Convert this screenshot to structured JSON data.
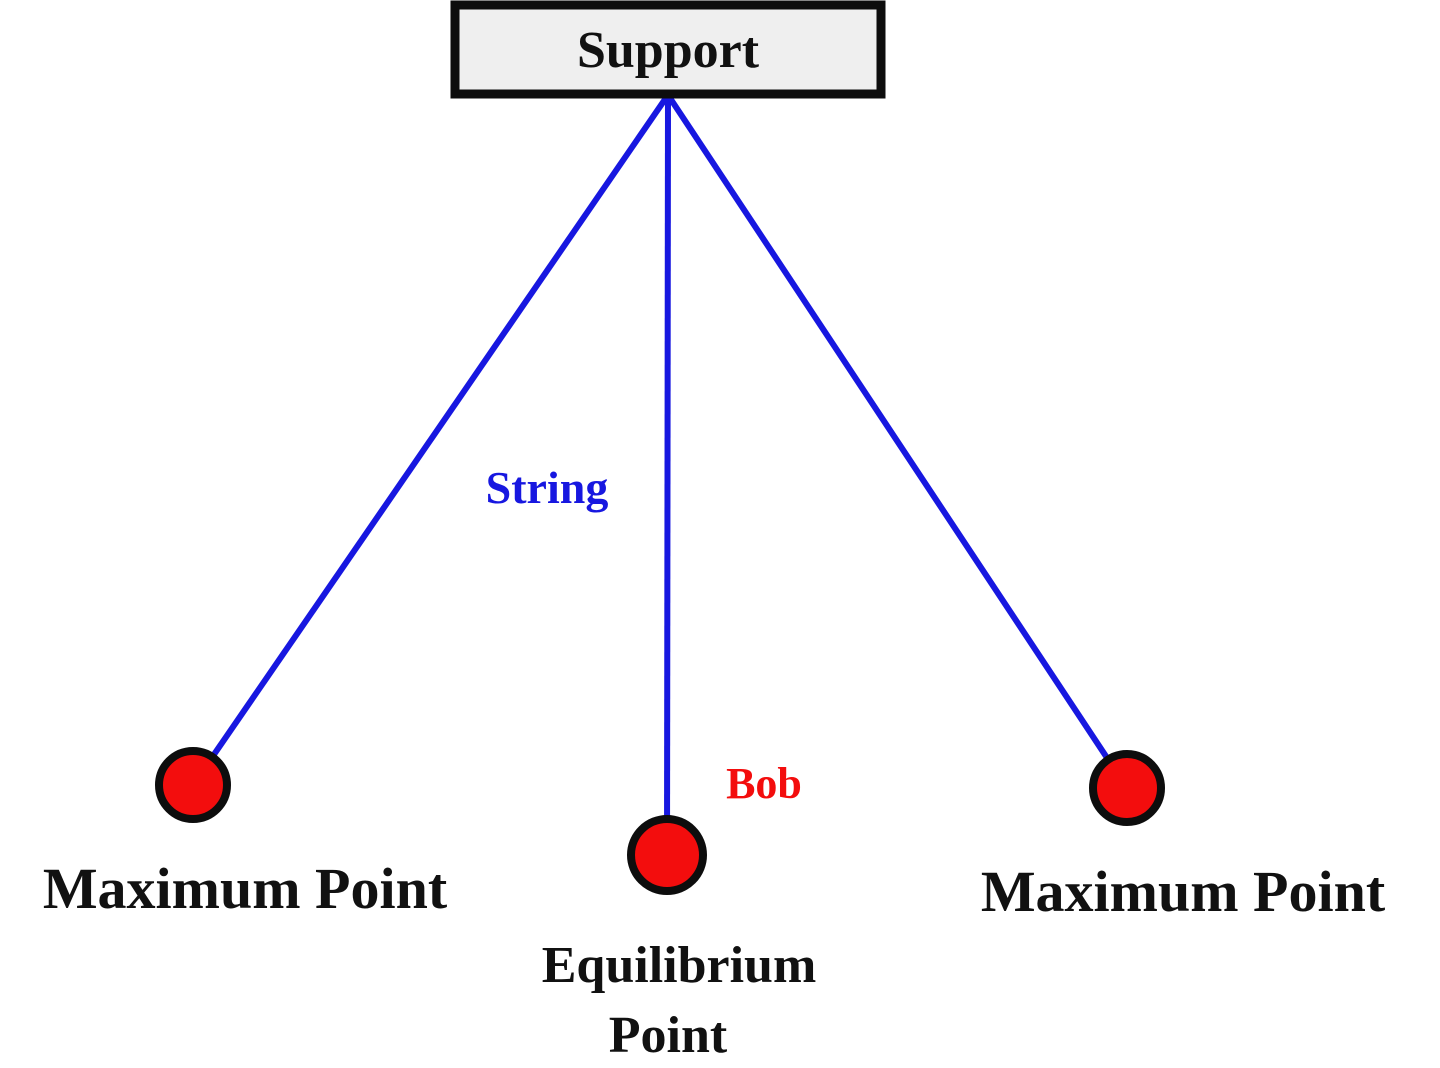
{
  "diagram": {
    "title_semantic": "Simple pendulum diagram",
    "support_label": "Support",
    "string_label": "String",
    "bob_label": "Bob",
    "left_max_label": "Maximum Point",
    "right_max_label": "Maximum Point",
    "equilibrium_label_line1": "Equilibrium",
    "equilibrium_label_line2": "Point"
  },
  "colors": {
    "string_blue": "#1717e0",
    "bob_red": "#f30d0d",
    "support_fill": "#efefef",
    "outline_black": "#0d0d0d",
    "label_black": "#111111",
    "background": "#ffffff"
  }
}
